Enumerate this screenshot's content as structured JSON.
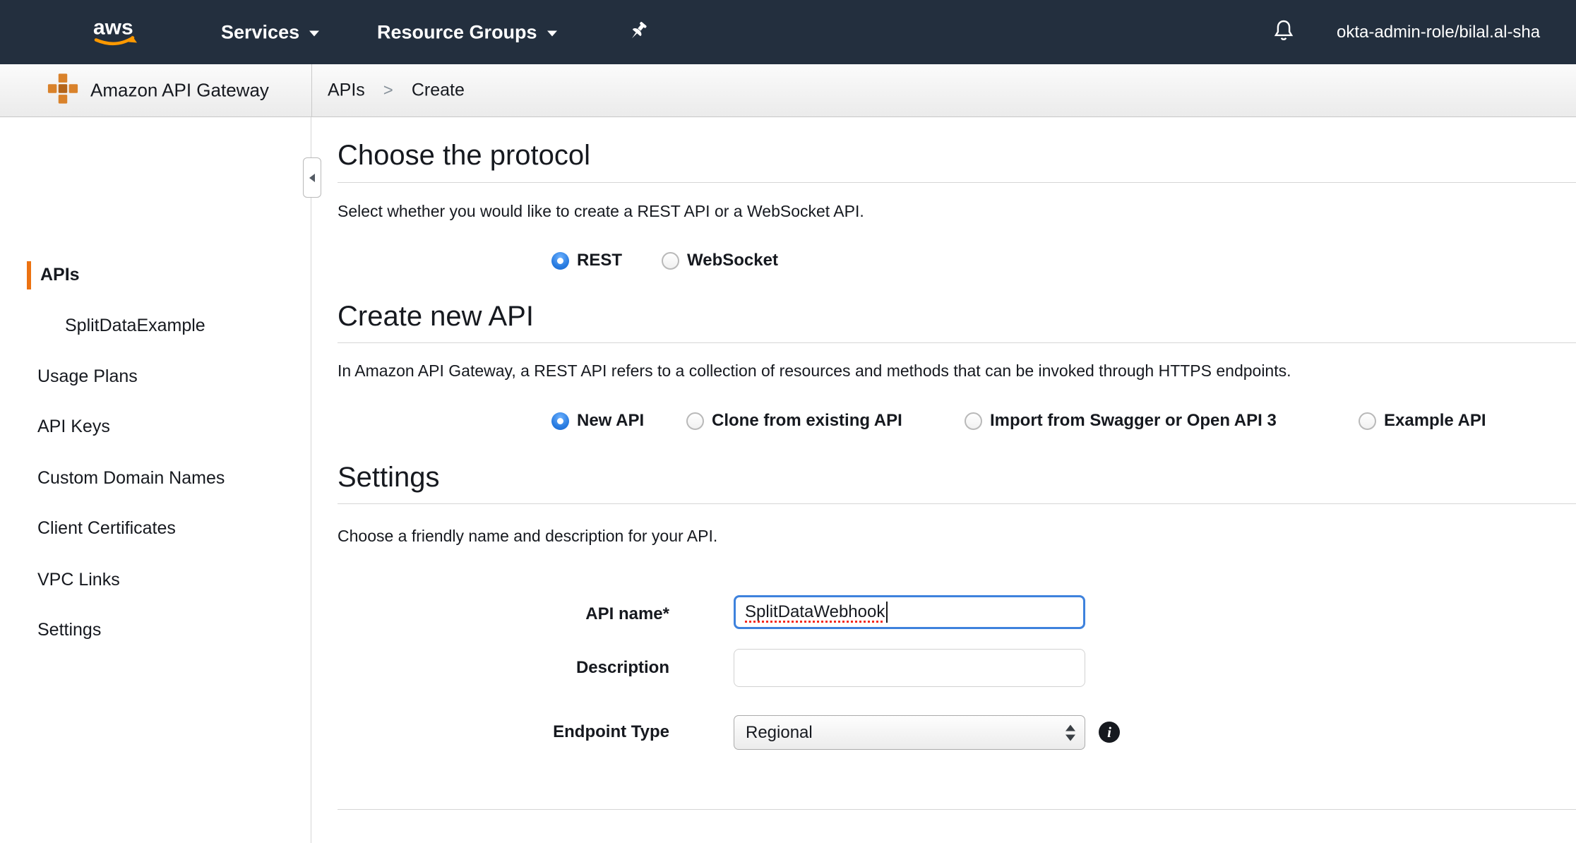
{
  "colors": {
    "nav_bg": "#232f3e",
    "aws_orange": "#ff9900",
    "sidebar_accent": "#ec7211",
    "radio_selected_blue": "#2a7de1",
    "input_focus_blue": "#3e82dd",
    "spellcheck_red": "#f5291d",
    "service_icon_orange": "#d9822b"
  },
  "topnav": {
    "services_label": "Services",
    "resource_groups_label": "Resource Groups",
    "account_label": "okta-admin-role/bilal.al-sha"
  },
  "header": {
    "service_name": "Amazon API Gateway",
    "breadcrumb": {
      "items": [
        "APIs",
        "Create"
      ],
      "separator": ">"
    }
  },
  "sidebar": {
    "items": [
      {
        "label": "APIs"
      },
      {
        "label": "SplitDataExample"
      },
      {
        "label": "Usage Plans"
      },
      {
        "label": "API Keys"
      },
      {
        "label": "Custom Domain Names"
      },
      {
        "label": "Client Certificates"
      },
      {
        "label": "VPC Links"
      },
      {
        "label": "Settings"
      }
    ]
  },
  "main": {
    "protocol_section": {
      "title": "Choose the protocol",
      "description": "Select whether you would like to create a REST API or a WebSocket API.",
      "options": [
        {
          "label": "REST",
          "selected": true
        },
        {
          "label": "WebSocket",
          "selected": false
        }
      ]
    },
    "create_section": {
      "title": "Create new API",
      "description": "In Amazon API Gateway, a REST API refers to a collection of resources and methods that can be invoked through HTTPS endpoints.",
      "options": [
        {
          "label": "New API",
          "selected": true
        },
        {
          "label": "Clone from existing API",
          "selected": false
        },
        {
          "label": "Import from Swagger or Open API 3",
          "selected": false
        },
        {
          "label": "Example API",
          "selected": false
        }
      ]
    },
    "settings_section": {
      "title": "Settings",
      "description": "Choose a friendly name and description for your API.",
      "api_name": {
        "label": "API name*",
        "value": "SplitDataWebhook"
      },
      "description_field": {
        "label": "Description",
        "value": ""
      },
      "endpoint_type": {
        "label": "Endpoint Type",
        "value": "Regional"
      }
    }
  }
}
